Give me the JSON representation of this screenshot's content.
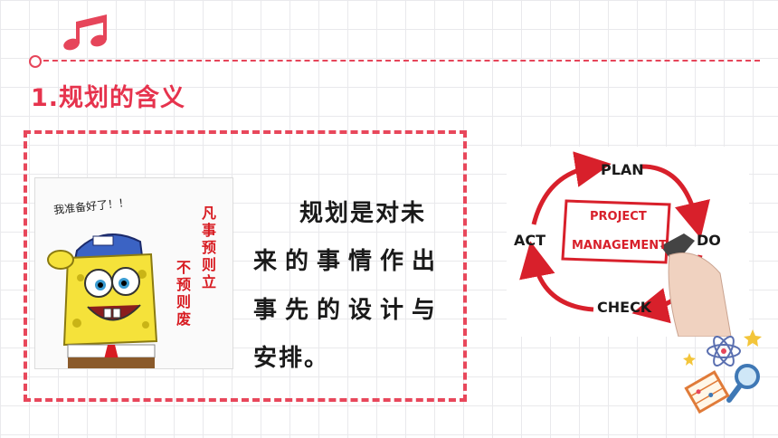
{
  "section": {
    "title": "1.规划的含义"
  },
  "image": {
    "speech": "我准备好了！！",
    "vertical_col1": "凡事预则立",
    "vertical_col2": "不预则废"
  },
  "body": {
    "lines": [
      "规划是对未",
      "来的事情作出",
      "事先的设计与",
      "安排。"
    ]
  },
  "pdca": {
    "plan": "PLAN",
    "do": "DO",
    "check": "CHECK",
    "act": "ACT",
    "center_line1": "PROJECT",
    "center_line2": "MANAGEMENT"
  },
  "colors": {
    "accent": "#e6334d",
    "dash": "#e8475b",
    "arrow": "#d8202b"
  }
}
